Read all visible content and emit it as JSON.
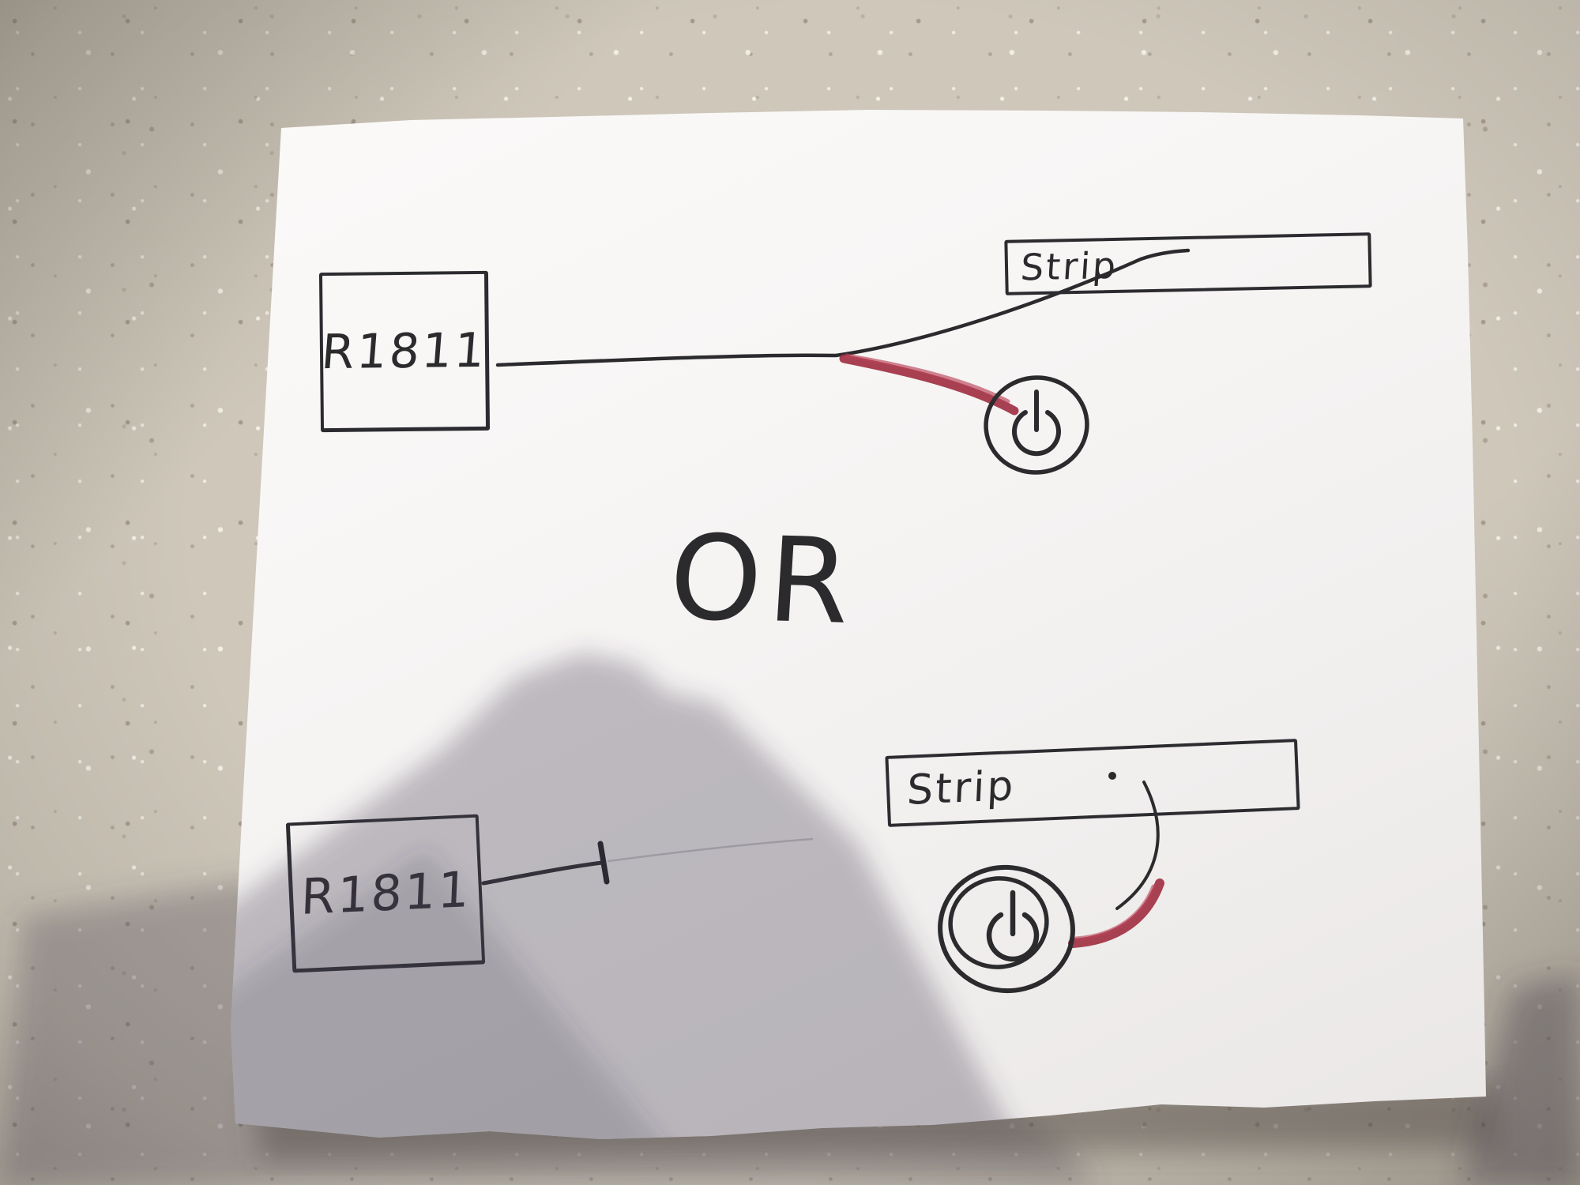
{
  "or_divider": {
    "label": "OR"
  },
  "diagram_top": {
    "controller_label": "R1811",
    "strip_label": "Strip",
    "power_icon": "power-icon"
  },
  "diagram_bottom": {
    "controller_label": "R1811",
    "strip_label": "Strip",
    "power_icon": "power-icon"
  },
  "colors": {
    "ink": "#2b2b2e",
    "marker_red": "#9e2c40",
    "paper_white": "#f7f5f3",
    "countertop_beige": "#cec7ba"
  }
}
